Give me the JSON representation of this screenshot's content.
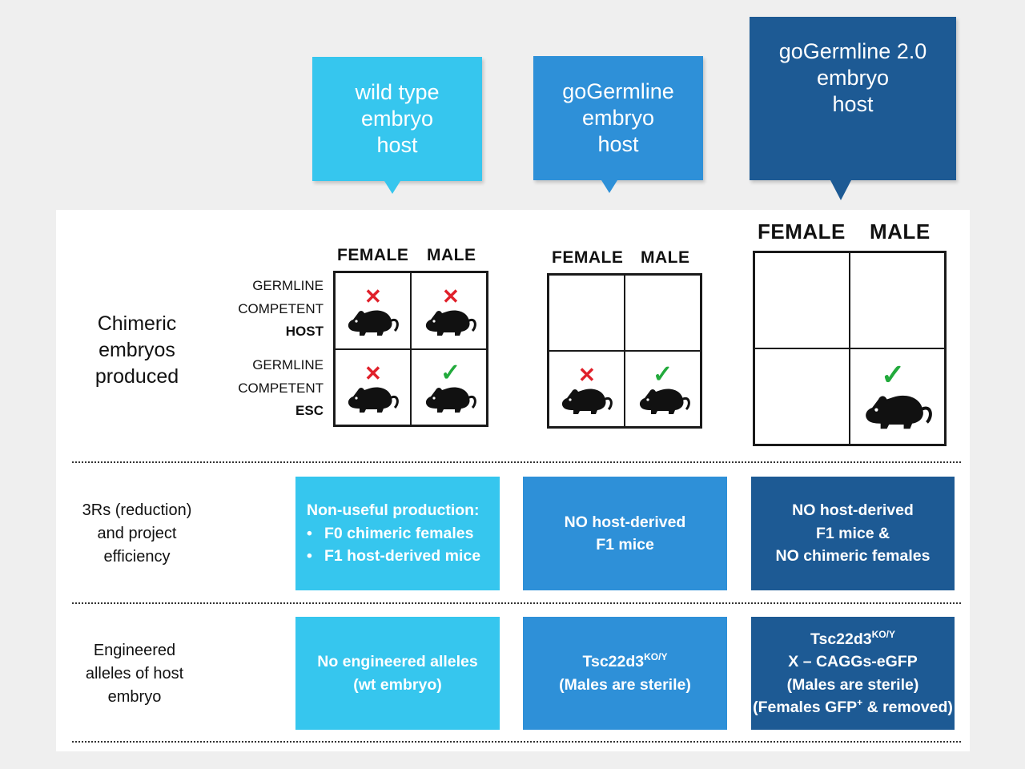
{
  "hosts": [
    {
      "lines": [
        "wild type",
        "embryo",
        "host"
      ]
    },
    {
      "lines": [
        "goGermline",
        "embryo",
        "host"
      ]
    },
    {
      "lines": [
        "goGermline 2.0",
        "embryo",
        "host"
      ]
    }
  ],
  "sex_headers": {
    "female": "FEMALE",
    "male": "MALE"
  },
  "row_labels": {
    "host": [
      "GERMLINE",
      "COMPETENT",
      "HOST"
    ],
    "esc": [
      "GERMLINE",
      "COMPETENT",
      "ESC"
    ]
  },
  "sections": {
    "chimeric": [
      "Chimeric",
      "embryos",
      "produced"
    ],
    "threeRs": [
      "3Rs (reduction)",
      "and project",
      "efficiency"
    ],
    "alleles": [
      "Engineered",
      "alleles of host",
      "embryo"
    ]
  },
  "marks": {
    "cross": "✕",
    "check": "✓"
  },
  "efficiency": {
    "wt": {
      "title": "Non-useful production:",
      "items": [
        "F0 chimeric females",
        "F1 host-derived mice"
      ]
    },
    "go": [
      "NO host-derived",
      "F1 mice"
    ],
    "go2": [
      "NO host-derived",
      "F1 mice &",
      "NO chimeric females"
    ]
  },
  "alleles": {
    "wt": [
      "No engineered alleles",
      "(wt embryo)"
    ],
    "go": {
      "gene": "Tsc22d3",
      "sup": "KO/Y",
      "note": "(Males are sterile)"
    },
    "go2": {
      "gene": "Tsc22d3",
      "sup": "KO/Y",
      "line2": "X – CAGGs-eGFP",
      "line3": "(Males are sterile)",
      "line4a": "(Females GFP",
      "line4sup": "+",
      "line4b": " & removed)"
    }
  },
  "colors": {
    "light": "#36c6ee",
    "mid": "#2e90d8",
    "dark": "#1d5a94",
    "cross": "#e0202a",
    "check": "#22aa3c"
  }
}
